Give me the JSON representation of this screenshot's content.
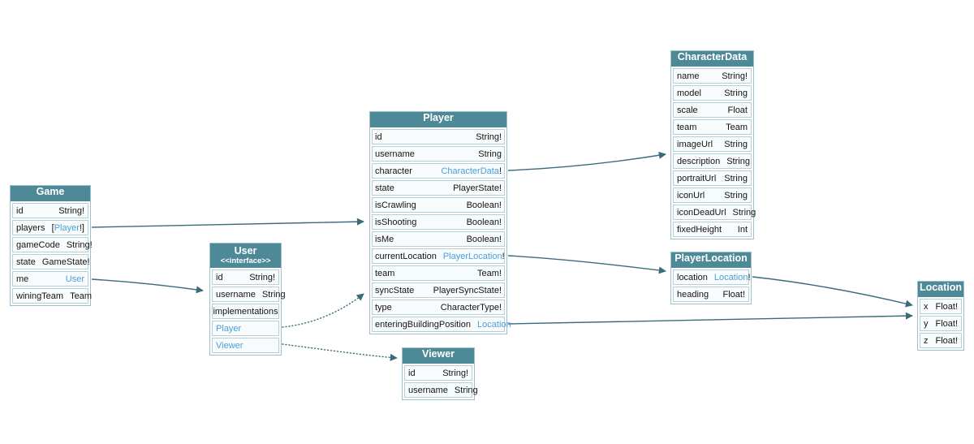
{
  "diagram": {
    "colors": {
      "header_bg": "#4e8997",
      "header_text": "#ffffff",
      "row_bg": "#f8fbfc",
      "row_border": "#b7cfd9",
      "table_border": "#9cc0cd",
      "link": "#4a9fd9",
      "edge": "#3a6b7a",
      "text": "#141414",
      "background": "#ffffff"
    },
    "tables": [
      {
        "id": "game",
        "title": "Game",
        "fields": [
          {
            "name": "id",
            "type": "String!"
          },
          {
            "name": "players",
            "type_parts": {
              "prefix": "[",
              "link": "Player",
              "suffix": "!]"
            }
          },
          {
            "name": "gameCode",
            "type": "String!"
          },
          {
            "name": "state",
            "type": "GameState!"
          },
          {
            "name": "me",
            "type_parts": {
              "prefix": "",
              "link": "User",
              "suffix": ""
            }
          },
          {
            "name": "winingTeam",
            "type": "Team"
          }
        ]
      },
      {
        "id": "user",
        "title": "User",
        "stereotype": "<<interface>>",
        "fields": [
          {
            "name": "id",
            "type": "String!"
          },
          {
            "name": "username",
            "type": "String"
          },
          {
            "section": "implementations"
          },
          {
            "link_row": "Player"
          },
          {
            "link_row": "Viewer"
          }
        ]
      },
      {
        "id": "player",
        "title": "Player",
        "fields": [
          {
            "name": "id",
            "type": "String!"
          },
          {
            "name": "username",
            "type": "String"
          },
          {
            "name": "character",
            "type_parts": {
              "prefix": "",
              "link": "CharacterData",
              "suffix": "!"
            }
          },
          {
            "name": "state",
            "type": "PlayerState!"
          },
          {
            "name": "isCrawling",
            "type": "Boolean!"
          },
          {
            "name": "isShooting",
            "type": "Boolean!"
          },
          {
            "name": "isMe",
            "type": "Boolean!"
          },
          {
            "name": "currentLocation",
            "type_parts": {
              "prefix": "",
              "link": "PlayerLocation",
              "suffix": "!"
            }
          },
          {
            "name": "team",
            "type": "Team!"
          },
          {
            "name": "syncState",
            "type": "PlayerSyncState!"
          },
          {
            "name": "type",
            "type": "CharacterType!"
          },
          {
            "name": "enteringBuildingPosition",
            "type_parts": {
              "prefix": "",
              "link": "Location",
              "suffix": ""
            }
          }
        ]
      },
      {
        "id": "viewer",
        "title": "Viewer",
        "fields": [
          {
            "name": "id",
            "type": "String!"
          },
          {
            "name": "username",
            "type": "String"
          }
        ]
      },
      {
        "id": "characterdata",
        "title": "CharacterData",
        "fields": [
          {
            "name": "name",
            "type": "String!"
          },
          {
            "name": "model",
            "type": "String"
          },
          {
            "name": "scale",
            "type": "Float"
          },
          {
            "name": "team",
            "type": "Team"
          },
          {
            "name": "imageUrl",
            "type": "String"
          },
          {
            "name": "description",
            "type": "String"
          },
          {
            "name": "portraitUrl",
            "type": "String"
          },
          {
            "name": "iconUrl",
            "type": "String"
          },
          {
            "name": "iconDeadUrl",
            "type": "String"
          },
          {
            "name": "fixedHeight",
            "type": "Int"
          }
        ]
      },
      {
        "id": "playerlocation",
        "title": "PlayerLocation",
        "fields": [
          {
            "name": "location",
            "type_parts": {
              "prefix": "",
              "link": "Location",
              "suffix": "!"
            }
          },
          {
            "name": "heading",
            "type": "Float!"
          }
        ]
      },
      {
        "id": "location",
        "title": "Location",
        "fields": [
          {
            "name": "x",
            "type": "Float!"
          },
          {
            "name": "y",
            "type": "Float!"
          },
          {
            "name": "z",
            "type": "Float!"
          }
        ]
      }
    ],
    "edges": [
      {
        "id": "game-players-to-player",
        "from": "Game.players",
        "to": "Player",
        "style": "solid"
      },
      {
        "id": "game-me-to-user",
        "from": "Game.me",
        "to": "User",
        "style": "solid"
      },
      {
        "id": "user-impl-player",
        "from": "User.Player",
        "to": "Player",
        "style": "dotted"
      },
      {
        "id": "user-impl-viewer",
        "from": "User.Viewer",
        "to": "Viewer",
        "style": "dotted"
      },
      {
        "id": "player-character-to-characterdata",
        "from": "Player.character",
        "to": "CharacterData",
        "style": "solid"
      },
      {
        "id": "player-currentlocation-to-playerlocation",
        "from": "Player.currentLocation",
        "to": "PlayerLocation",
        "style": "solid"
      },
      {
        "id": "player-enteringbuildingposition-to-location",
        "from": "Player.enteringBuildingPosition",
        "to": "Location",
        "style": "solid"
      },
      {
        "id": "playerlocation-location-to-location",
        "from": "PlayerLocation.location",
        "to": "Location",
        "style": "solid"
      }
    ]
  }
}
